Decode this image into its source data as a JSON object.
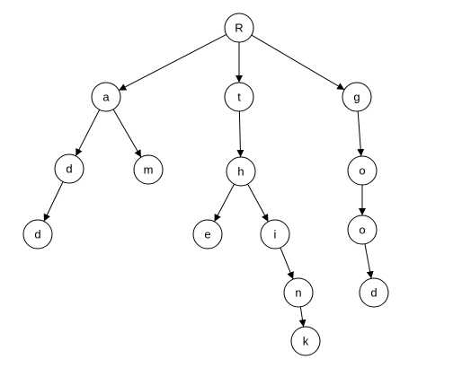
{
  "diagram": {
    "nodes": [
      {
        "id": "R",
        "label": "R"
      },
      {
        "id": "a",
        "label": "a"
      },
      {
        "id": "t",
        "label": "t"
      },
      {
        "id": "g",
        "label": "g"
      },
      {
        "id": "d1",
        "label": "d"
      },
      {
        "id": "m",
        "label": "m"
      },
      {
        "id": "d2",
        "label": "d"
      },
      {
        "id": "h",
        "label": "h"
      },
      {
        "id": "e",
        "label": "e"
      },
      {
        "id": "i",
        "label": "i"
      },
      {
        "id": "n",
        "label": "n"
      },
      {
        "id": "k",
        "label": "k"
      },
      {
        "id": "o1",
        "label": "o"
      },
      {
        "id": "o2",
        "label": "o"
      },
      {
        "id": "d3",
        "label": "d"
      }
    ],
    "edges": [
      {
        "from": "R",
        "to": "a"
      },
      {
        "from": "R",
        "to": "t"
      },
      {
        "from": "R",
        "to": "g"
      },
      {
        "from": "a",
        "to": "d1"
      },
      {
        "from": "a",
        "to": "m"
      },
      {
        "from": "d1",
        "to": "d2"
      },
      {
        "from": "t",
        "to": "h"
      },
      {
        "from": "h",
        "to": "e"
      },
      {
        "from": "h",
        "to": "i"
      },
      {
        "from": "i",
        "to": "n"
      },
      {
        "from": "n",
        "to": "k"
      },
      {
        "from": "g",
        "to": "o1"
      },
      {
        "from": "o1",
        "to": "o2"
      },
      {
        "from": "o2",
        "to": "d3"
      }
    ]
  }
}
